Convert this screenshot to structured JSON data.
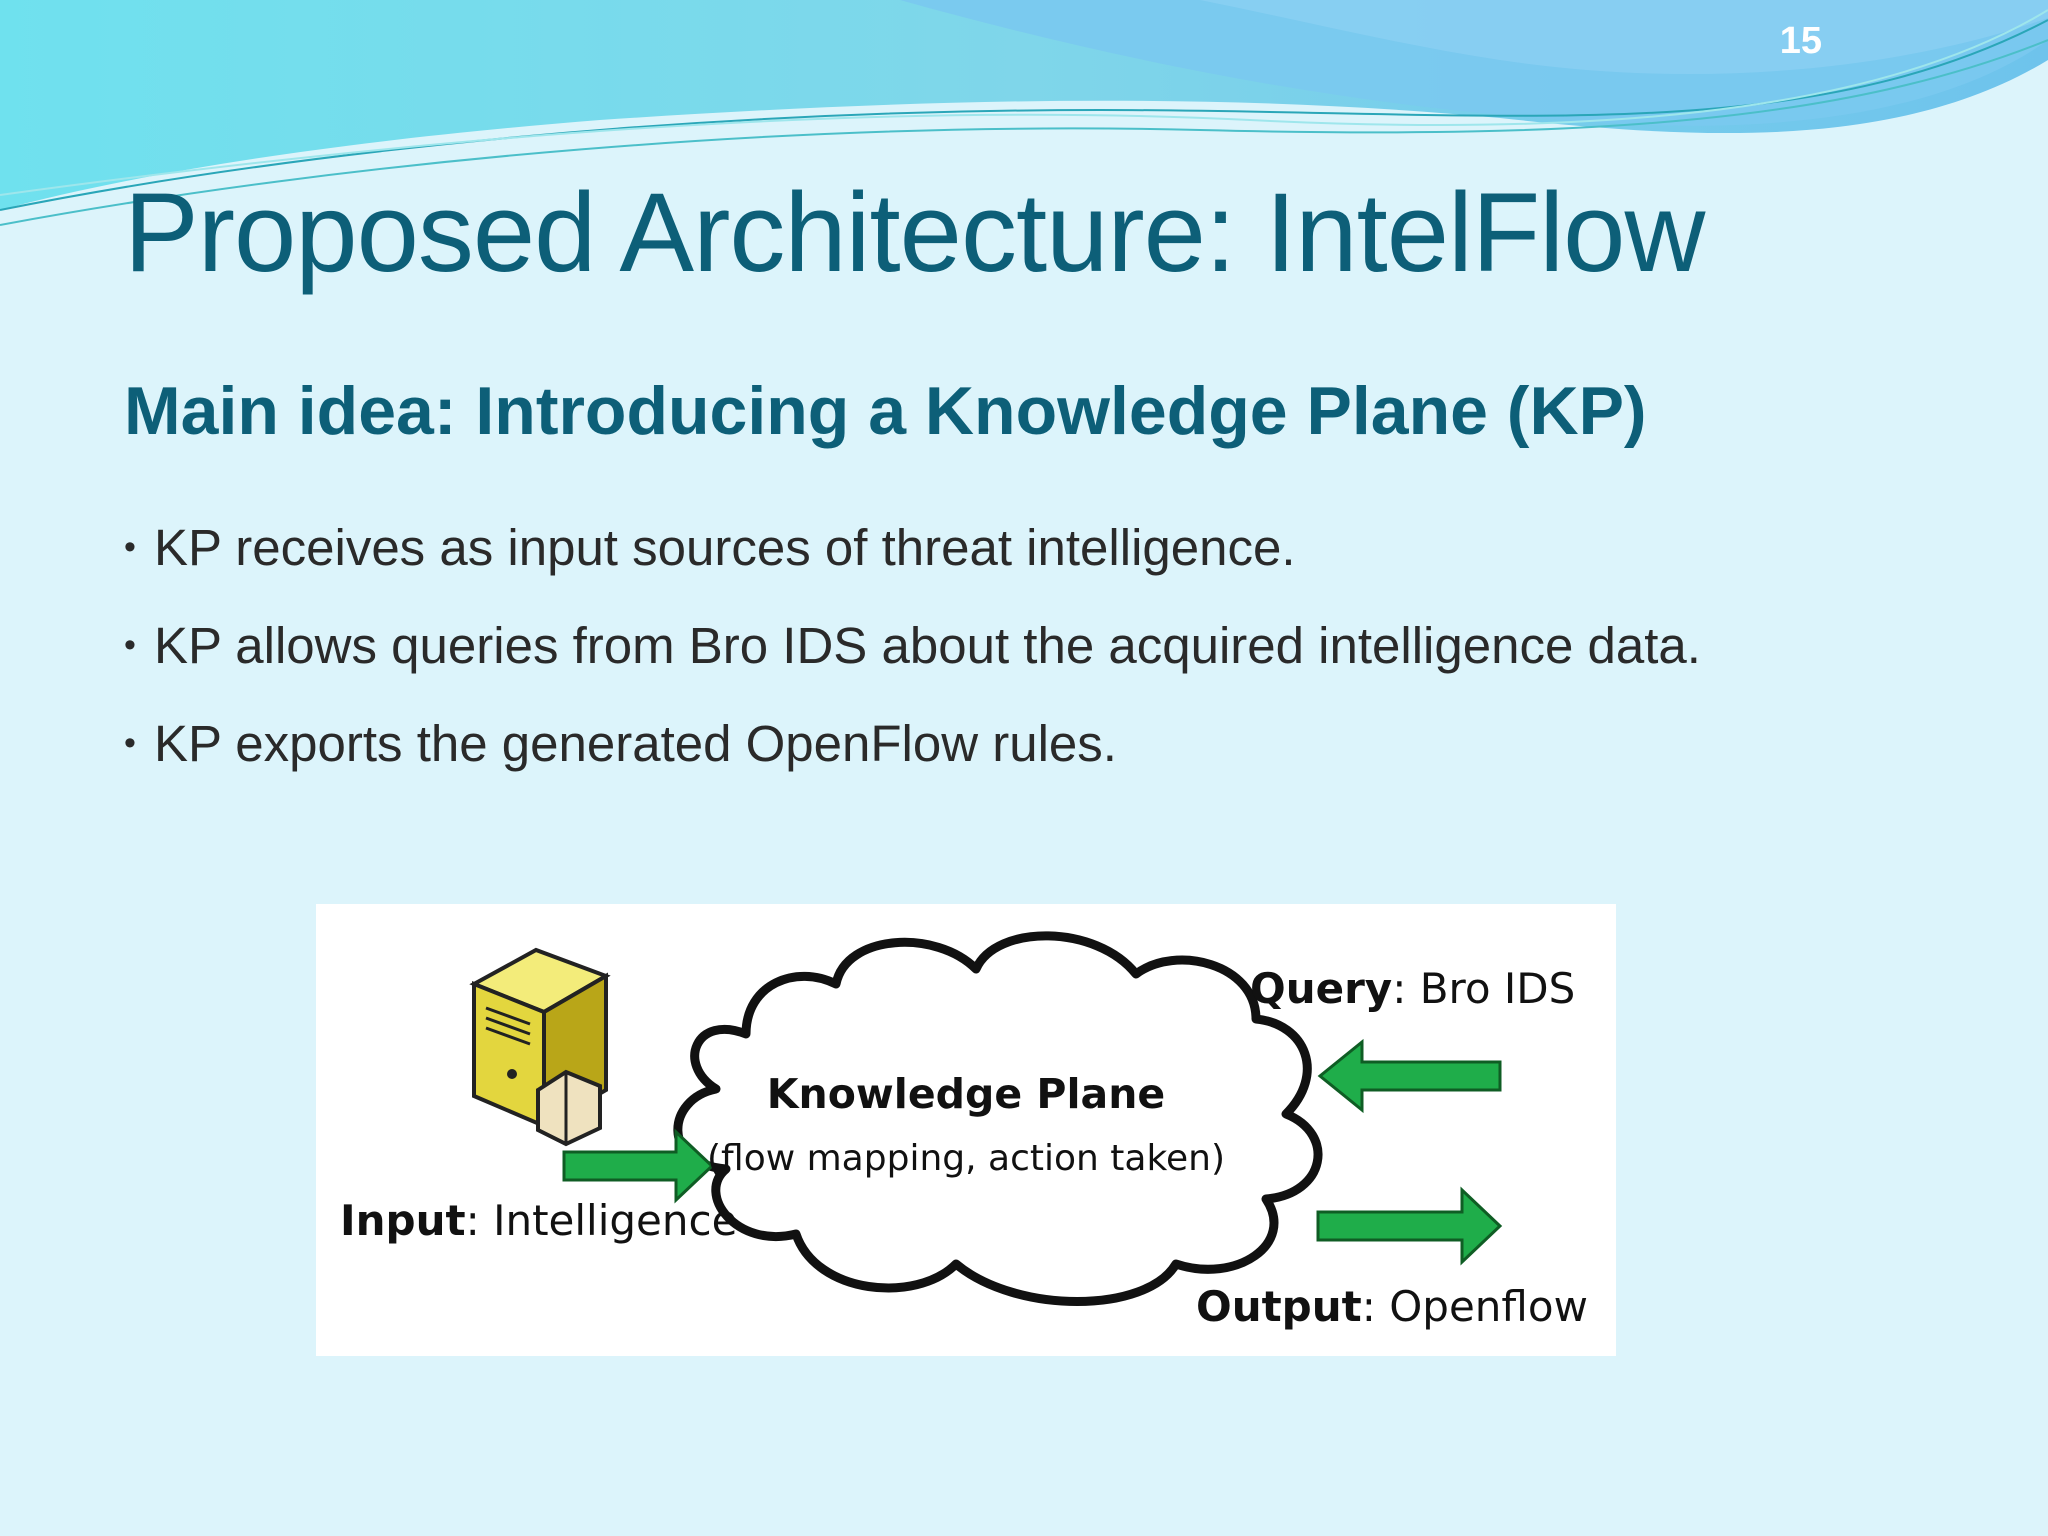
{
  "slide": {
    "number": "15",
    "title": "Proposed Architecture: IntelFlow",
    "subtitle": "Main idea: Introducing a Knowledge Plane (KP)",
    "bullets": [
      "KP receives as input sources of threat intelligence.",
      "KP allows queries from Bro IDS about the acquired intelligence data.",
      "KP exports the generated OpenFlow rules."
    ],
    "bullet_glyph": "•"
  },
  "diagram": {
    "kp_title": "Knowledge Plane",
    "kp_subtitle": "(flow mapping, action taken)",
    "input_bold": "Input",
    "input_rest": ": Intelligence",
    "query_bold": "Query",
    "query_rest": ": Bro IDS",
    "output_bold": "Output",
    "output_rest": ": Openflow",
    "server_icon": "server-icon",
    "arrow_color": "#1fad4a",
    "arrow_icons": [
      "arrow-right-icon",
      "arrow-left-icon",
      "arrow-right-icon"
    ]
  },
  "theme": {
    "title_color": "#0d5f78",
    "background": "#dcf4fb"
  }
}
